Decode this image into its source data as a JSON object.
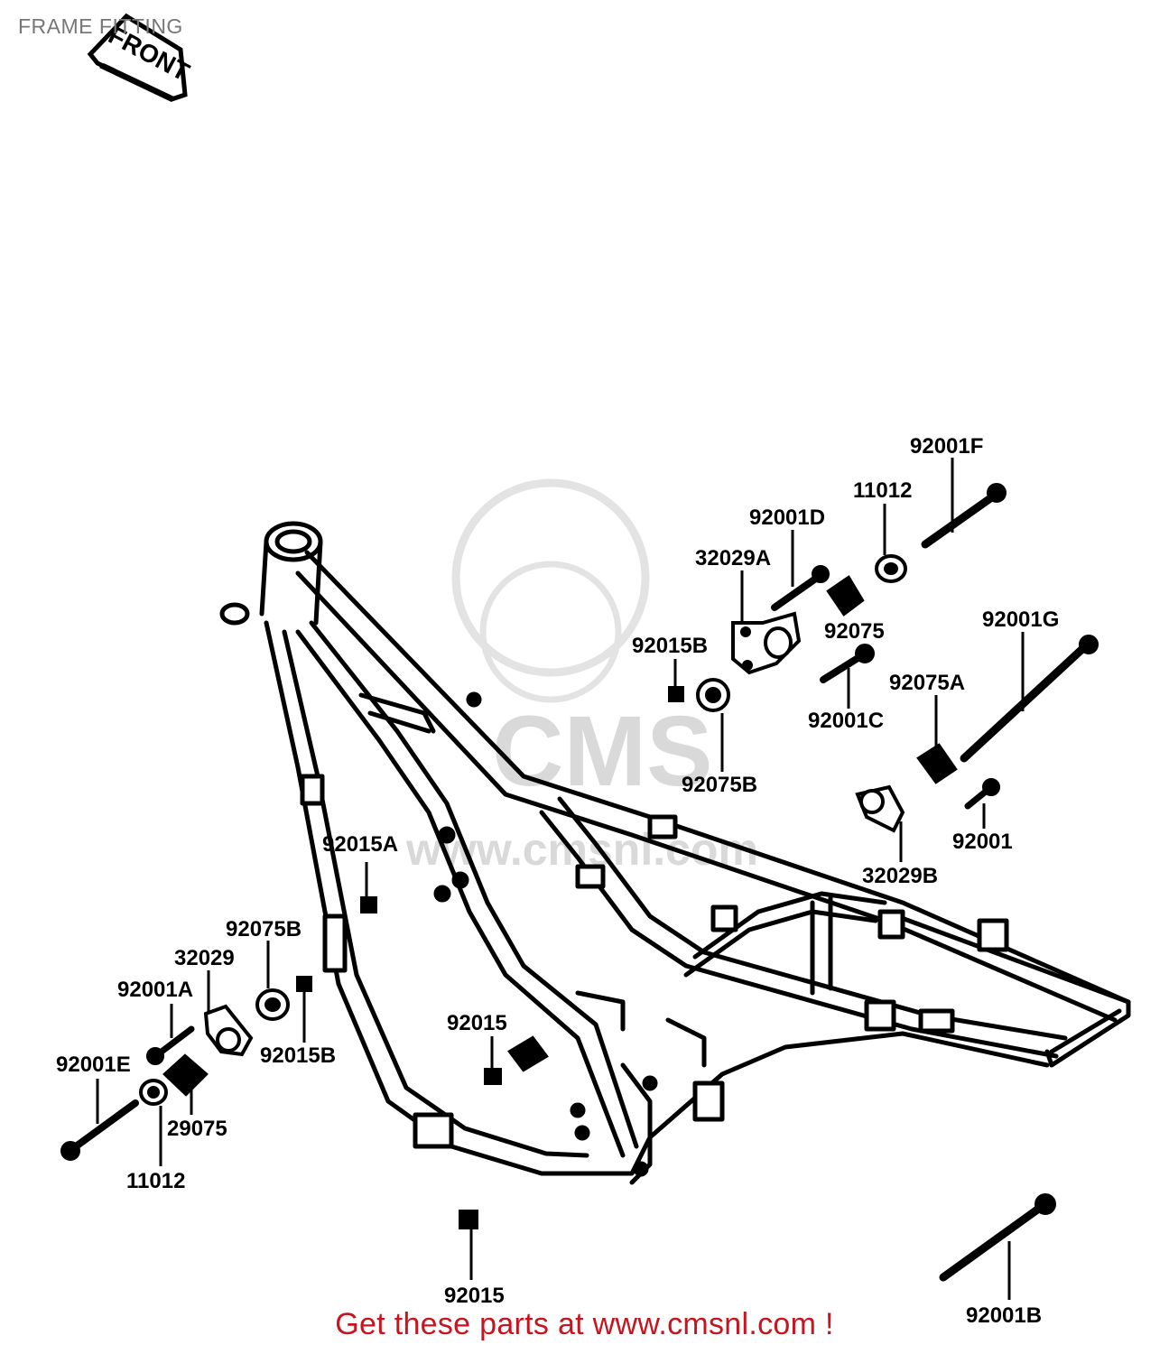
{
  "page": {
    "title": "FRAME FITTING",
    "front_marker": "FRONT",
    "cta": "Get these parts at www.cmsnl.com !"
  },
  "watermark": {
    "brand": "CMS",
    "url": "www.cmsnl.com"
  },
  "parts": [
    {
      "id": "p1",
      "label": "92001F"
    },
    {
      "id": "p2",
      "label": "11012"
    },
    {
      "id": "p3",
      "label": "92001D"
    },
    {
      "id": "p4",
      "label": "32029A"
    },
    {
      "id": "p5",
      "label": "92075"
    },
    {
      "id": "p6",
      "label": "92015B"
    },
    {
      "id": "p7",
      "label": "92001G"
    },
    {
      "id": "p8",
      "label": "92075A"
    },
    {
      "id": "p9",
      "label": "92001C"
    },
    {
      "id": "p10",
      "label": "92075B"
    },
    {
      "id": "p11",
      "label": "92001"
    },
    {
      "id": "p12",
      "label": "32029B"
    },
    {
      "id": "p13",
      "label": "92015A"
    },
    {
      "id": "p14",
      "label": "92075B"
    },
    {
      "id": "p15",
      "label": "32029"
    },
    {
      "id": "p16",
      "label": "92001A"
    },
    {
      "id": "p17",
      "label": "92015"
    },
    {
      "id": "p18",
      "label": "92015B"
    },
    {
      "id": "p19",
      "label": "92001E"
    },
    {
      "id": "p20",
      "label": "29075"
    },
    {
      "id": "p21",
      "label": "11012"
    },
    {
      "id": "p22",
      "label": "92015"
    },
    {
      "id": "p23",
      "label": "92001B"
    }
  ]
}
